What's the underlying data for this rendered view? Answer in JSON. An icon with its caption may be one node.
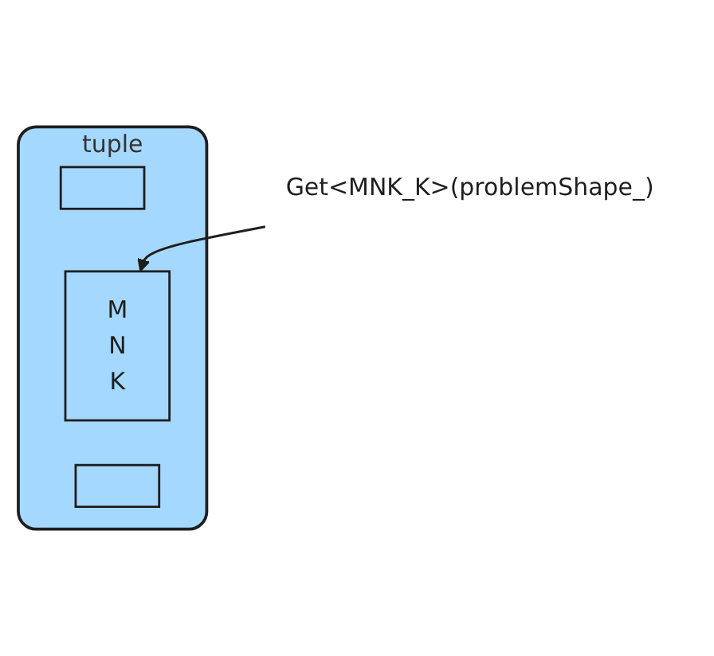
{
  "diagram": {
    "nodes": [
      {
        "text": [
          "tuple"
        ]
      },
      {
        "text": [],
        "shape": "box",
        "in": 0
      },
      {
        "text": [
          "M N K"
        ],
        "in": 0
      },
      {
        "text": [],
        "shape": "box",
        "in": 0
      },
      {
        "text": [
          "Get<MNK_K>(problemShape_)"
        ]
      }
    ],
    "edges": [
      {
        "from": 4,
        "to": 2,
        "arrow": "to"
      }
    ]
  }
}
